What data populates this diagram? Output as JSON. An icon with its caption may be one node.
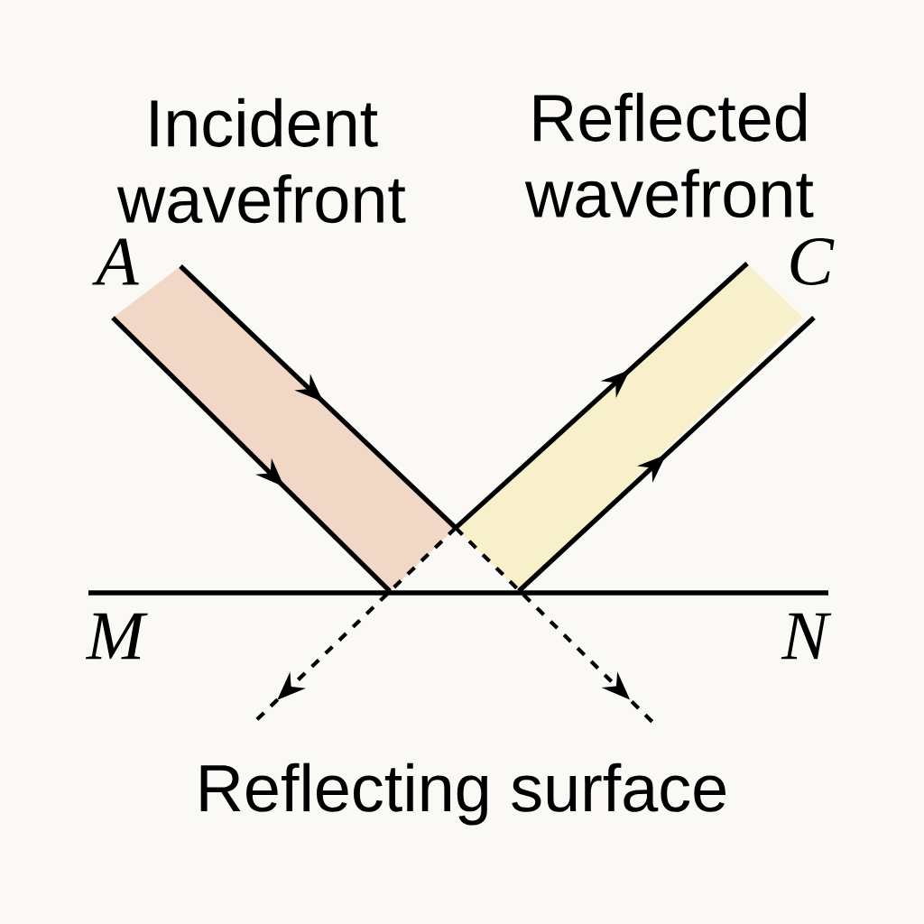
{
  "diagram": {
    "labels": [
      "Incident wavefront",
      "Reflected wavefront",
      "A",
      "C",
      "M",
      "N",
      "Reflecting surface"
    ]
  }
}
